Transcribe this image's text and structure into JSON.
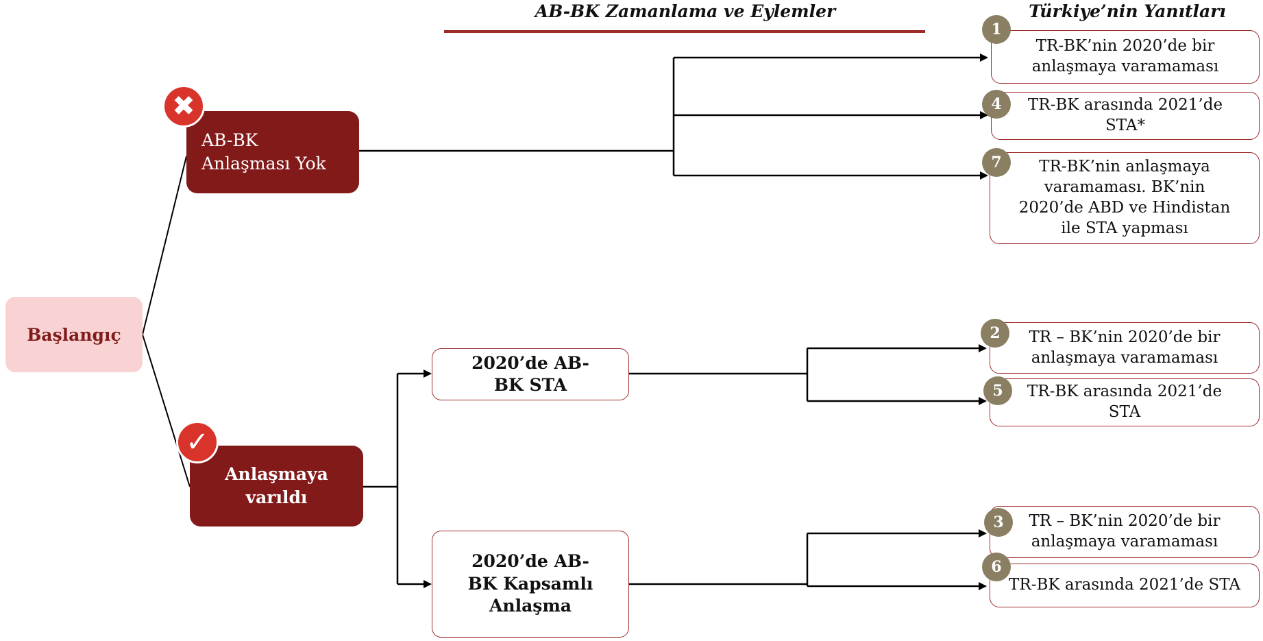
{
  "headers": {
    "timeline": "AB-BK Zamanlama ve Eylemler",
    "responses": "Türkiye’nin Yanıtları"
  },
  "start": {
    "label": "Başlangıç"
  },
  "no_deal": {
    "line1": "AB-BK",
    "line2": "Anlaşması Yok",
    "badge": "✖"
  },
  "deal": {
    "label": "Anlaşmaya varıldı",
    "badge": "✓"
  },
  "fta": {
    "label": "2020’de AB-BK STA"
  },
  "comprehensive": {
    "label": "2020’de AB-BK Kapsamlı Anlaşma"
  },
  "responses": [
    {
      "number": "1",
      "text": "TR-BK’nin 2020’de bir anlaşmaya varamaması"
    },
    {
      "number": "4",
      "text": "TR-BK arasında 2021’de STA*"
    },
    {
      "number": "7",
      "text": "TR-BK’nin anlaşmaya varamaması. BK’nin 2020’de ABD ve Hindistan ile STA yapması"
    },
    {
      "number": "2",
      "text": "TR – BK’nin 2020’de bir anlaşmaya varamaması"
    },
    {
      "number": "5",
      "text": "TR-BK arasında 2021’de STA"
    },
    {
      "number": "3",
      "text": "TR – BK’nin 2020’de bir anlaşmaya varamaması"
    },
    {
      "number": "6",
      "text": "TR-BK arasında 2021’de STA"
    }
  ],
  "colors": {
    "dark_red": "#821a1a",
    "start_pink": "#f9d3d3",
    "badge_red": "#d9342b",
    "number_badge": "#8a7f63",
    "header_rule": "#9e2a2a"
  }
}
